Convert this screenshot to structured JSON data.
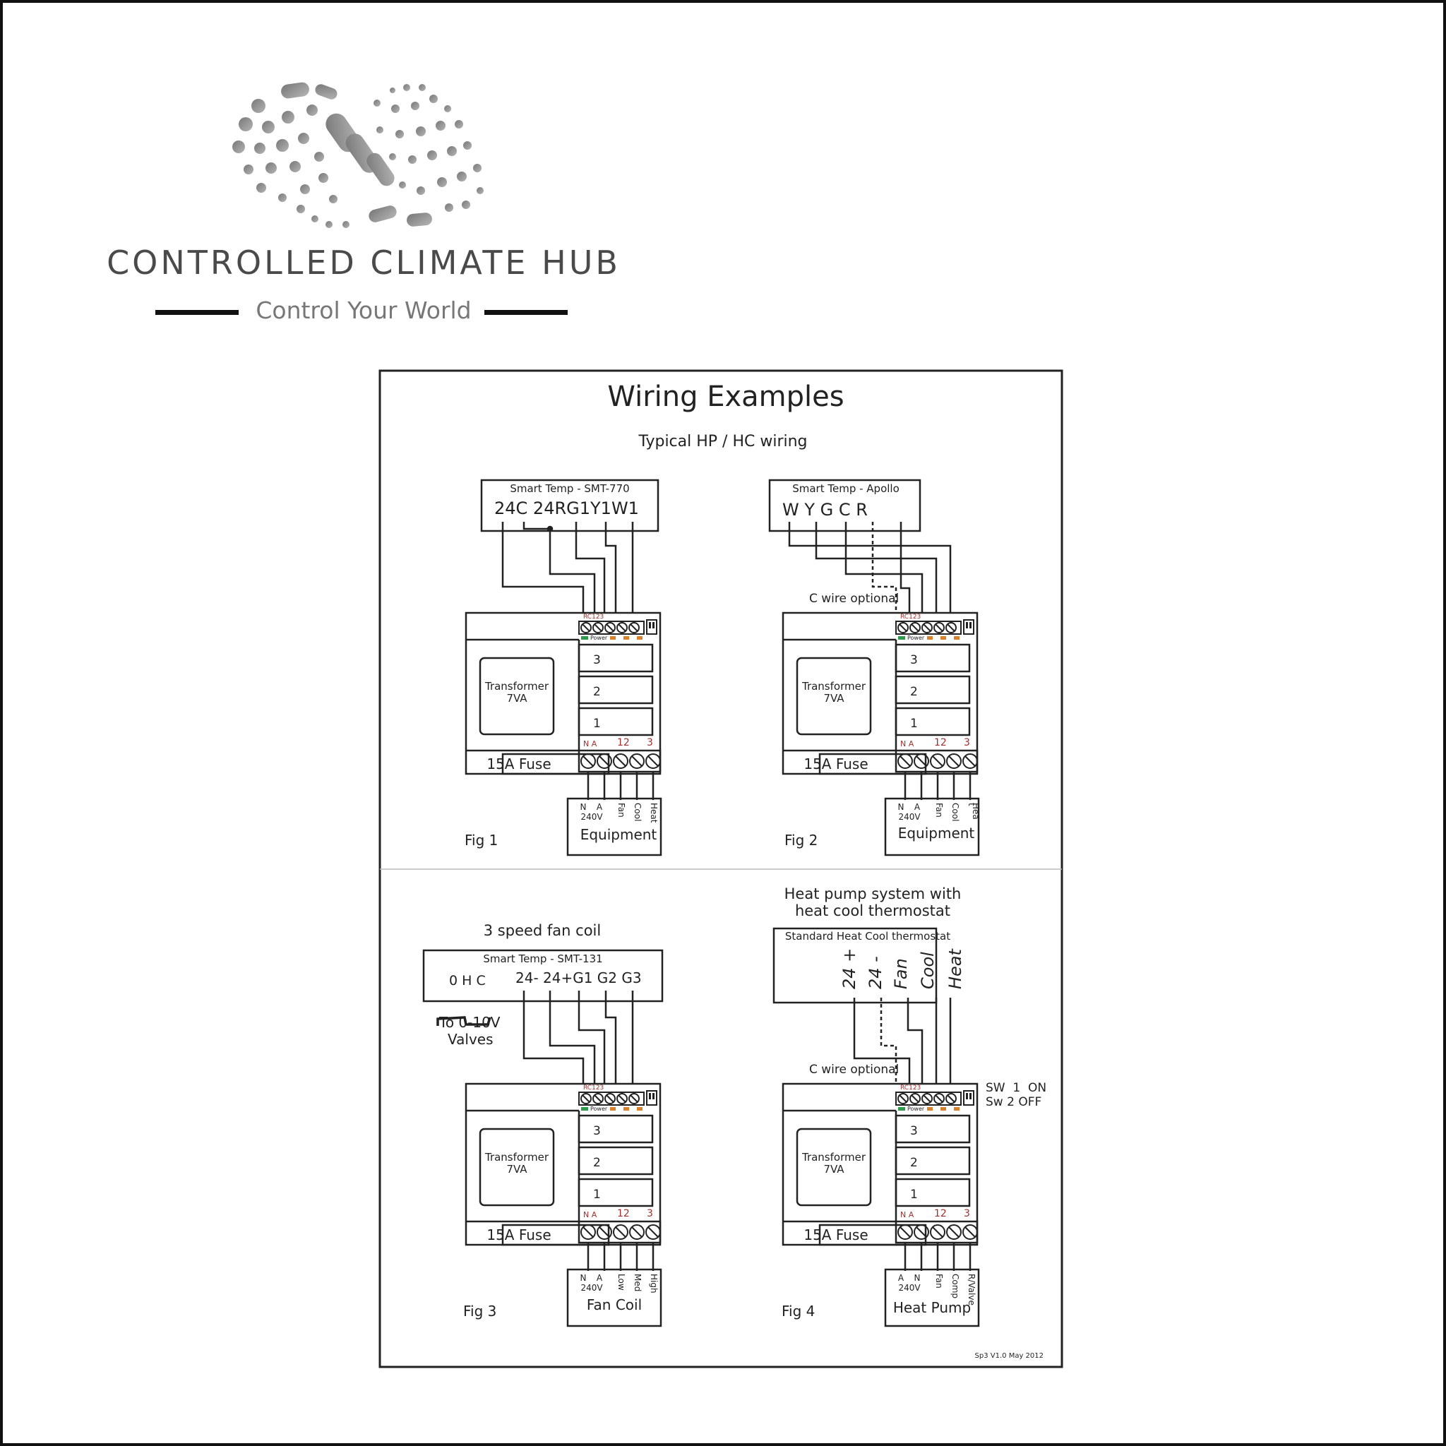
{
  "brand": {
    "name": "CONTROLLED CLIMATE HUB",
    "tagline": "Control Your World"
  },
  "diagram": {
    "title": "Wiring Examples",
    "subtitle": "Typical HP / HC wiring",
    "footer": "Sp3 V1.0 May 2012",
    "colors": {
      "red": "#a03030",
      "green": "#2e9b4a",
      "orange": "#d9822b",
      "line": "#222222"
    },
    "controller": {
      "transformer": "Transformer",
      "transformer_rating": "7VA",
      "fuse": "15A Fuse",
      "relays": [
        "3",
        "2",
        "1"
      ],
      "top_terminals": "RC123",
      "power": "Power",
      "bottom_na": "N A",
      "bottom_12": "12",
      "bottom_3": "3"
    },
    "fig1": {
      "label": "Fig 1",
      "thermostat_model": "Smart Temp - SMT-770",
      "thermostat_terminals": "24C 24RG1Y1W1",
      "equipment": "Equipment",
      "equip_n": "N",
      "equip_a": "A",
      "equip_240v": "240V",
      "equip_fan": "Fan",
      "equip_cool": "Cool",
      "equip_heat": "Heat"
    },
    "fig2": {
      "label": "Fig 2",
      "thermostat_model": "Smart Temp - Apollo",
      "thermostat_terminals": "W Y G C R",
      "note": "C wire optional",
      "equipment": "Equipment",
      "equip_n": "N",
      "equip_a": "A",
      "equip_240v": "240V",
      "equip_fan": "Fan",
      "equip_cool": "Cool",
      "equip_t": "t",
      "equip_heat": "Hea"
    },
    "fig3": {
      "label": "Fig 3",
      "heading": "3 speed fan coil",
      "thermostat_model": "Smart Temp - SMT-131",
      "thermostat_terminals_left": "0 H C",
      "thermostat_terminals_right": "24- 24+G1 G2 G3",
      "valves_note_1": "To 0-10V",
      "valves_note_2": "Valves",
      "equipment": "Fan Coil",
      "equip_n": "N",
      "equip_a": "A",
      "equip_240v": "240V",
      "equip_low": "Low",
      "equip_med": "Med",
      "equip_high": "High"
    },
    "fig4": {
      "label": "Fig 4",
      "heading_1": "Heat pump system with",
      "heading_2": "heat cool thermostat",
      "thermostat_model": "Standard Heat Cool thermostat",
      "t_24p": "24 +",
      "t_24m": "24 -",
      "t_fan": "Fan",
      "t_cool": "Cool",
      "t_heat": "Heat",
      "note": "C wire optional",
      "switch_1": "SW  1  ON",
      "switch_2": "Sw 2 OFF",
      "equipment": "Heat Pump",
      "equip_a": "A",
      "equip_n": "N",
      "equip_240v": "240V",
      "equip_fan": "Fan",
      "equip_comp": "Comp",
      "equip_rvalve": "R/Valve"
    }
  }
}
